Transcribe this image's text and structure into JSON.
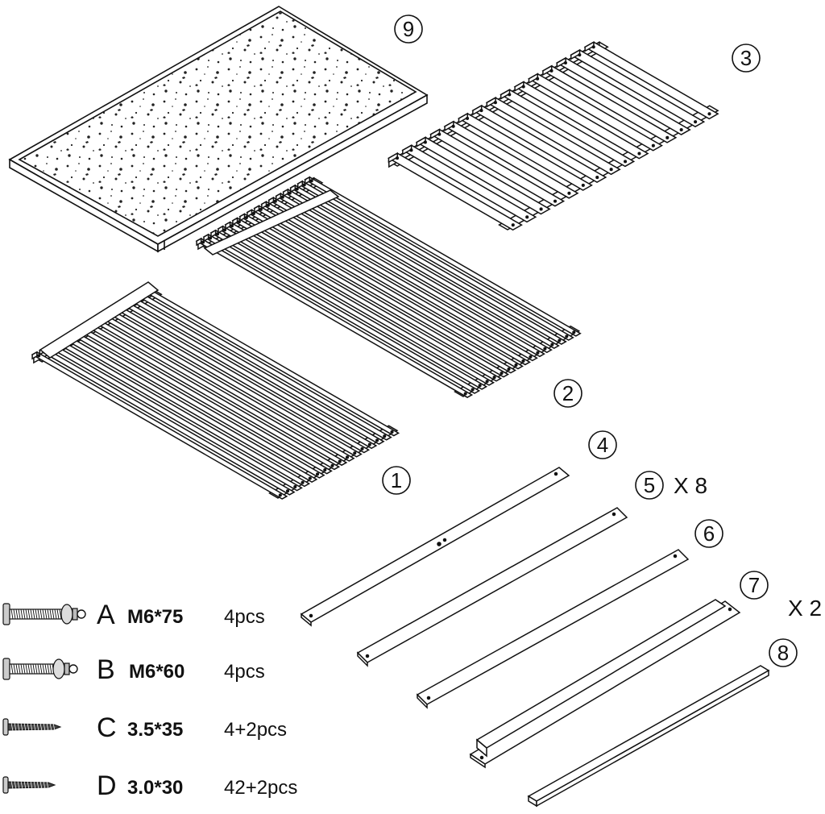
{
  "parts": [
    {
      "id": "part-9",
      "label": "9"
    },
    {
      "id": "part-3",
      "label": "3"
    },
    {
      "id": "part-2",
      "label": "2"
    },
    {
      "id": "part-1",
      "label": "1"
    },
    {
      "id": "part-4",
      "label": "4"
    },
    {
      "id": "part-5",
      "label": "5",
      "qty": "X 8"
    },
    {
      "id": "part-6",
      "label": "6"
    },
    {
      "id": "part-7",
      "label": "7",
      "qty": "X 2"
    },
    {
      "id": "part-8",
      "label": "8"
    }
  ],
  "hardware": [
    {
      "letter": "A",
      "spec": "M6*75",
      "count": "4pcs",
      "icon": "long-bolt-icon"
    },
    {
      "letter": "B",
      "spec": "M6*60",
      "count": "4pcs",
      "icon": "short-bolt-icon"
    },
    {
      "letter": "C",
      "spec": "3.5*35",
      "count": "4+2pcs",
      "icon": "wood-screw-icon"
    },
    {
      "letter": "D",
      "spec": "3.0*30",
      "count": "42+2pcs",
      "icon": "small-screw-icon"
    }
  ]
}
